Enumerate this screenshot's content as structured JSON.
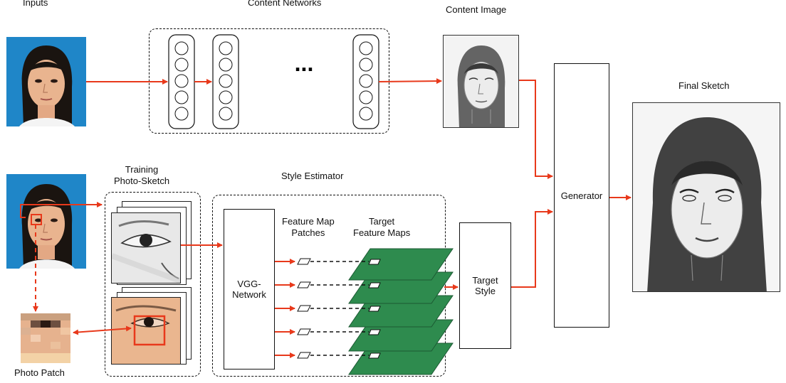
{
  "labels": {
    "inputs": "Inputs",
    "content_networks": "Content Networks",
    "content_image": "Content Image",
    "final_sketch": "Final Sketch",
    "training_line1": "Training",
    "training_line2": "Photo-Sketch",
    "style_estimator": "Style Estimator",
    "feature_map_line1": "Feature Map",
    "feature_map_line2": "Patches",
    "target_maps_line1": "Target",
    "target_maps_line2": "Feature Maps",
    "vgg_line1": "VGG-",
    "vgg_line2": "Network",
    "target_style_line1": "Target",
    "target_style_line2": "Style",
    "generator": "Generator",
    "photo_patch": "Photo Patch",
    "ellipsis": "..."
  },
  "colors": {
    "arrow": "#e8391b",
    "feature_map": "#2e8b4e",
    "skin": "#e9b48f",
    "photo_bg": "#1f86c8"
  }
}
